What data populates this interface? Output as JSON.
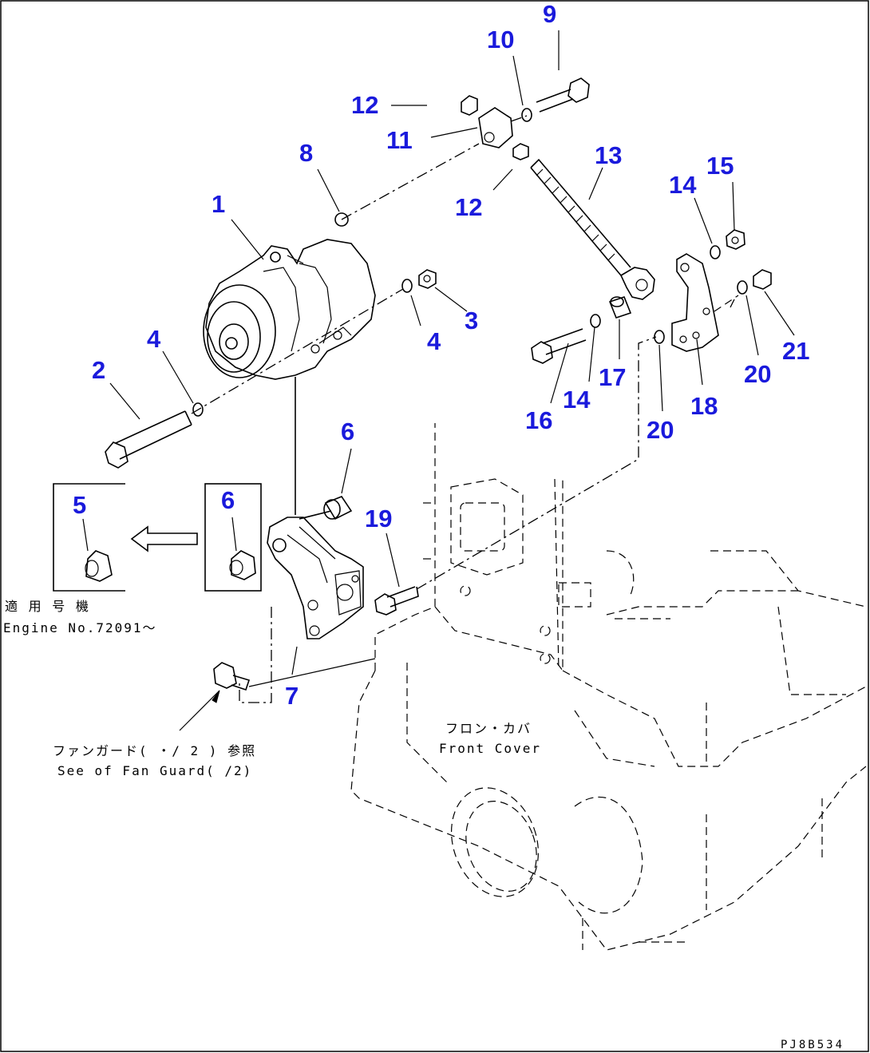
{
  "diagram": {
    "callouts": [
      "9",
      "10",
      "12",
      "11",
      "8",
      "13",
      "12",
      "1",
      "14",
      "15",
      "3",
      "4",
      "4",
      "2",
      "17",
      "14",
      "16",
      "21",
      "20",
      "18",
      "20",
      "6",
      "5",
      "6",
      "19",
      "7"
    ],
    "notes": {
      "serial_jp": "適 用 号 機",
      "serial_en": "Engine No.72091〜",
      "fan_guard_jp": "ファンガード( ・/ 2 ) 参照",
      "fan_guard_en": "See of Fan Guard( /2)",
      "front_cover_jp": "フロン・カバ",
      "front_cover_en": "Front Cover"
    },
    "drawing_code": "PJ8B534"
  }
}
